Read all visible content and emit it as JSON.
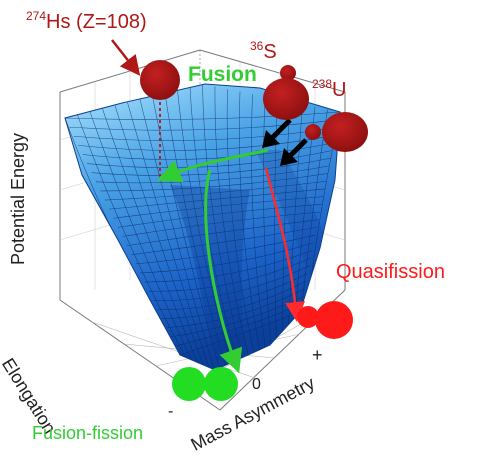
{
  "labels": {
    "nucleus_prefix": "274",
    "nucleus_rest": "Hs (Z=108)",
    "fusion": "Fusion",
    "projectile_mass": "36",
    "projectile_symbol": "S",
    "target_mass": "238",
    "target_symbol": "U",
    "potential_energy": "Potential Energy",
    "quasifission": "Quasifission",
    "elongation": "Elongation",
    "mass_asymmetry": "Mass Asymmetry",
    "fusion_fission": "Fusion-fission",
    "tick_zero": "0",
    "tick_plus": "+",
    "tick_minus": "-"
  },
  "colors": {
    "nucleus_dark_red": "#a81515",
    "bright_red": "#ff1a1a",
    "fusion_green": "#33cc33",
    "surface_blue": "#1f72cf",
    "surface_light": "#9fe0ff",
    "arrow_black": "#000000"
  },
  "icons": [
    "compound-nucleus-icon",
    "projectile-nucleus-icon",
    "target-nucleus-icon",
    "quasifission-fragments-icon",
    "fission-fragments-icon"
  ]
}
